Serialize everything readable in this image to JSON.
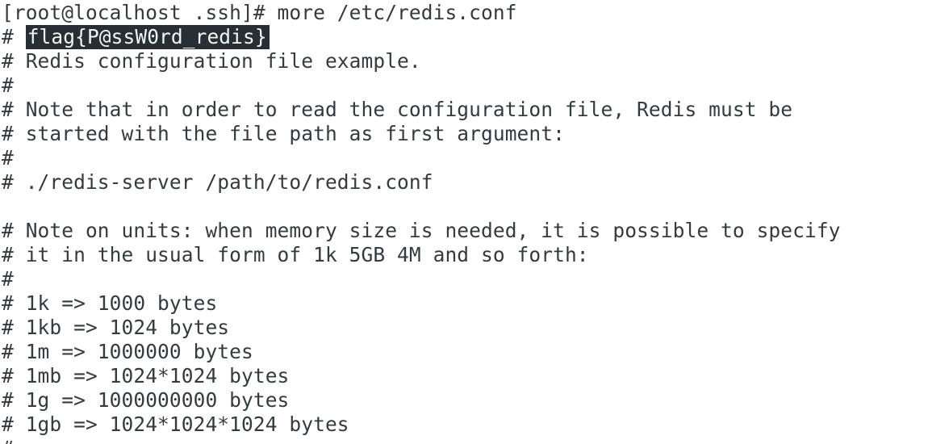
{
  "terminal": {
    "command_context": "more /etc/redis.conf",
    "colors": {
      "background": "#ffffff",
      "foreground": "#333b40",
      "highlight_background": "#272e34",
      "highlight_foreground": "#f2f4f5"
    },
    "flag_text": "flag{P@ssW0rd_redis}",
    "lines": [
      {
        "text": "[root@localhost .ssh]# more /etc/redis.conf"
      },
      {
        "text": "# ",
        "highlight": "flag{P@ssW0rd_redis}"
      },
      {
        "text": "# Redis configuration file example."
      },
      {
        "text": "#"
      },
      {
        "text": "# Note that in order to read the configuration file, Redis must be"
      },
      {
        "text": "# started with the file path as first argument:"
      },
      {
        "text": "#"
      },
      {
        "text": "# ./redis-server /path/to/redis.conf"
      },
      {
        "text": ""
      },
      {
        "text": "# Note on units: when memory size is needed, it is possible to specify"
      },
      {
        "text": "# it in the usual form of 1k 5GB 4M and so forth:"
      },
      {
        "text": "#"
      },
      {
        "text": "# 1k => 1000 bytes"
      },
      {
        "text": "# 1kb => 1024 bytes"
      },
      {
        "text": "# 1m => 1000000 bytes"
      },
      {
        "text": "# 1mb => 1024*1024 bytes"
      },
      {
        "text": "# 1g => 1000000000 bytes"
      },
      {
        "text": "# 1gb => 1024*1024*1024 bytes"
      },
      {
        "text": "#"
      }
    ]
  }
}
